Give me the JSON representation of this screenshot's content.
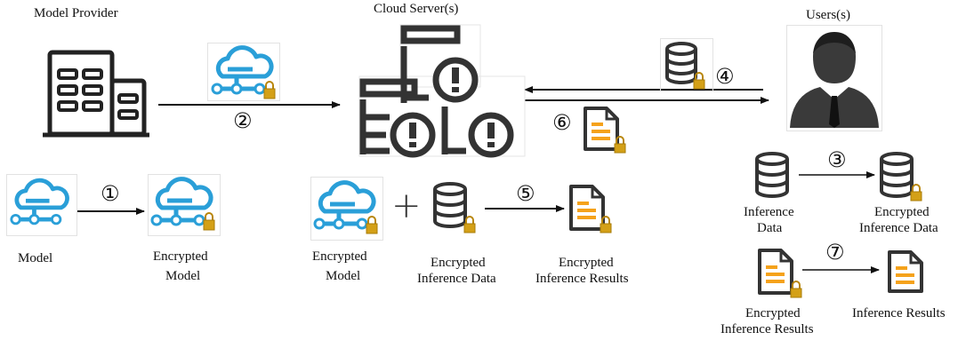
{
  "titles": {
    "provider": "Model Provider",
    "server": "Cloud Server(s)",
    "users": "Users(s)"
  },
  "steps": [
    "①",
    "②",
    "③",
    "④",
    "⑤",
    "⑥",
    "⑦"
  ],
  "plus_sign": "+",
  "labels": {
    "model": "Model",
    "enc_model_a": "Encrypted",
    "enc_model_b": "Model",
    "server_enc_model_a": "Encrypted",
    "server_enc_model_b": "Model",
    "server_enc_data_a": "Encrypted",
    "server_enc_data_b": "Inference Data",
    "server_enc_results_a": "Encrypted",
    "server_enc_results_b": "Inference Results",
    "inference_data_a": "Inference",
    "inference_data_b": "Data",
    "user_enc_data_a": "Encrypted",
    "user_enc_data_b": "Inference Data",
    "user_enc_results_a": "Encrypted",
    "user_enc_results_b": "Inference Results",
    "inference_results": "Inference Results"
  },
  "colors": {
    "cloud_blue": "#2a9fd8",
    "lock_gold": "#d4a017",
    "doc_orange": "#f5a21b",
    "dark": "#333333"
  }
}
